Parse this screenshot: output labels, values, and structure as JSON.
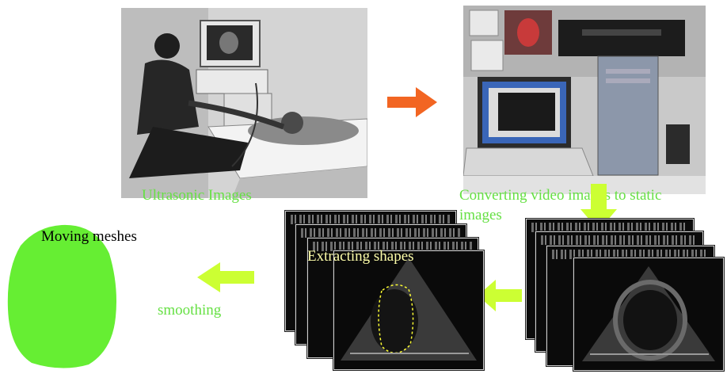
{
  "labels": {
    "ultrasonic": "Ultrasonic Images",
    "converting_line1": "Converting video images to static",
    "converting_line2": "images",
    "moving_meshes": "Moving meshes",
    "extracting": "Extracting shapes",
    "smoothing": "smoothing"
  },
  "colors": {
    "orange_arrow": "#f26522",
    "lime_arrow": "#ccff33",
    "label_green": "#66e044",
    "mesh_green": "#66ee33",
    "extract_label": "#ffffaa",
    "contour": "#ffff33"
  }
}
